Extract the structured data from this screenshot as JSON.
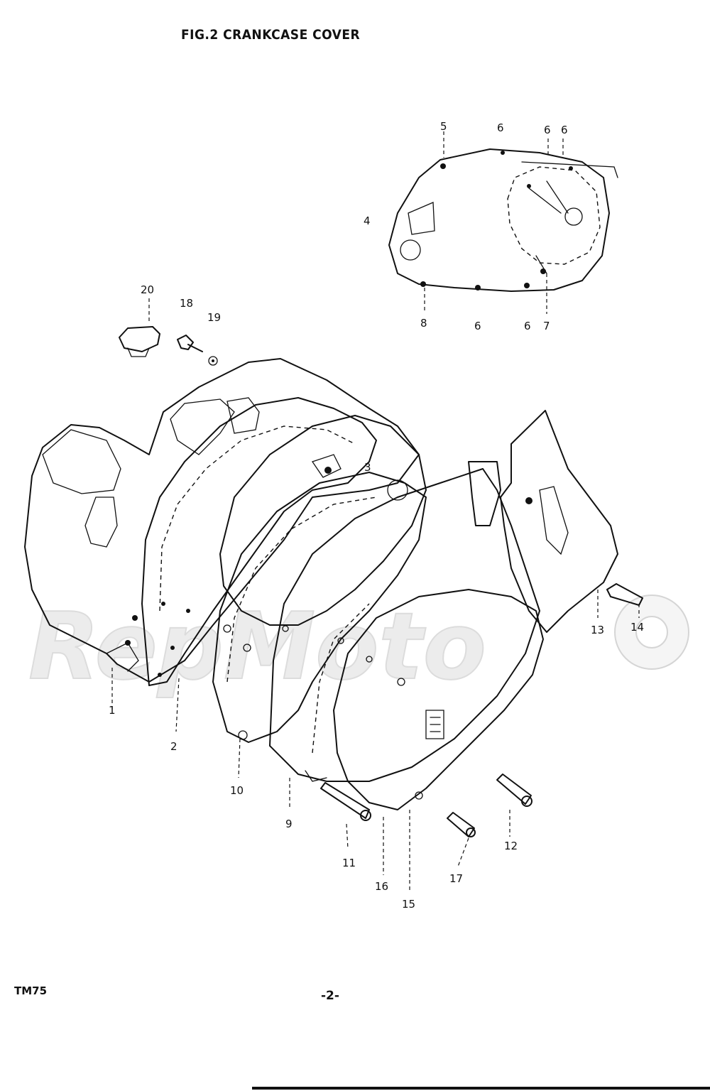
{
  "figure": {
    "title": "FIG.2  CRANKCASE COVER",
    "model_code": "TM75",
    "page_number": "-2-"
  },
  "watermark": {
    "text": "RepMoto"
  },
  "callouts": [
    {
      "id": "c1",
      "label": "1"
    },
    {
      "id": "c2",
      "label": "2"
    },
    {
      "id": "c3",
      "label": "3"
    },
    {
      "id": "c4",
      "label": "4"
    },
    {
      "id": "c5",
      "label": "5"
    },
    {
      "id": "c6a",
      "label": "6"
    },
    {
      "id": "c6b",
      "label": "6"
    },
    {
      "id": "c6c",
      "label": "6"
    },
    {
      "id": "c6d",
      "label": "6"
    },
    {
      "id": "c6e",
      "label": "6"
    },
    {
      "id": "c7",
      "label": "7"
    },
    {
      "id": "c8",
      "label": "8"
    },
    {
      "id": "c9",
      "label": "9"
    },
    {
      "id": "c10",
      "label": "10"
    },
    {
      "id": "c11",
      "label": "11"
    },
    {
      "id": "c12",
      "label": "12"
    },
    {
      "id": "c13",
      "label": "13"
    },
    {
      "id": "c14",
      "label": "14"
    },
    {
      "id": "c15",
      "label": "15"
    },
    {
      "id": "c16",
      "label": "16"
    },
    {
      "id": "c17",
      "label": "17"
    },
    {
      "id": "c18",
      "label": "18"
    },
    {
      "id": "c19",
      "label": "19"
    },
    {
      "id": "c20",
      "label": "20"
    }
  ]
}
